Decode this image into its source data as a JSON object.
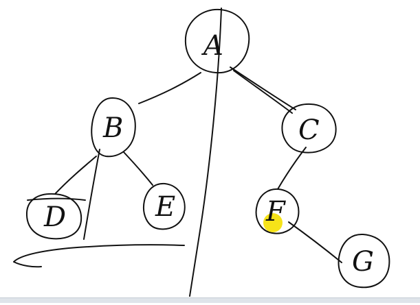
{
  "diagram": {
    "nodes": [
      {
        "id": "A",
        "label": "A"
      },
      {
        "id": "B",
        "label": "B"
      },
      {
        "id": "C",
        "label": "C"
      },
      {
        "id": "D",
        "label": "D"
      },
      {
        "id": "E",
        "label": "E"
      },
      {
        "id": "F",
        "label": "F"
      },
      {
        "id": "G",
        "label": "G"
      }
    ],
    "edges": [
      [
        "A",
        "B"
      ],
      [
        "A",
        "C"
      ],
      [
        "B",
        "D"
      ],
      [
        "B",
        "E"
      ],
      [
        "C",
        "F"
      ],
      [
        "F",
        "G"
      ]
    ]
  },
  "colors": {
    "ink": "#111111",
    "highlight": "#f5e000",
    "background": "#ffffff"
  },
  "annotations": {
    "cursor_highlight": "yellow-dot"
  }
}
